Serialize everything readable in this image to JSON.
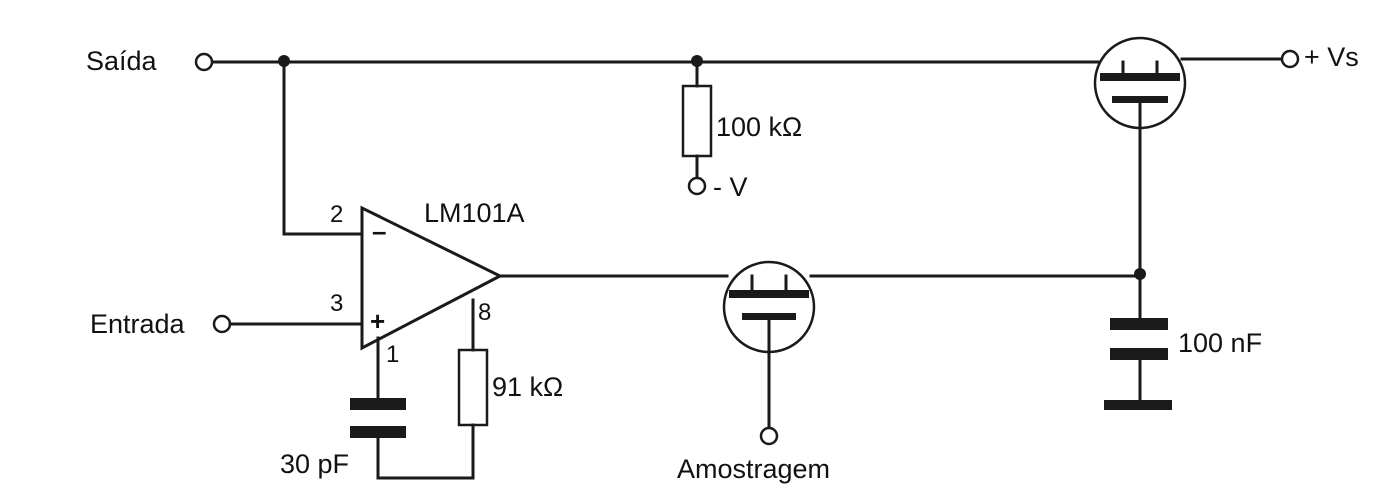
{
  "labels": {
    "output": "Saída",
    "input": "Entrada",
    "supply_pos": "+ Vs",
    "supply_neg": "- V",
    "sample": "Amostragem",
    "opamp": "LM101A"
  },
  "components": {
    "r_pullup": "100 kΩ",
    "r_comp": "91 kΩ",
    "c_comp": "30 pF",
    "c_hold": "100 nF"
  },
  "pins": {
    "inv": "2",
    "noninv": "3",
    "comp1": "1",
    "comp8": "8",
    "minus": "–",
    "plus": "+"
  },
  "colors": {
    "ink": "#1a1a1a",
    "background": "#ffffff"
  }
}
